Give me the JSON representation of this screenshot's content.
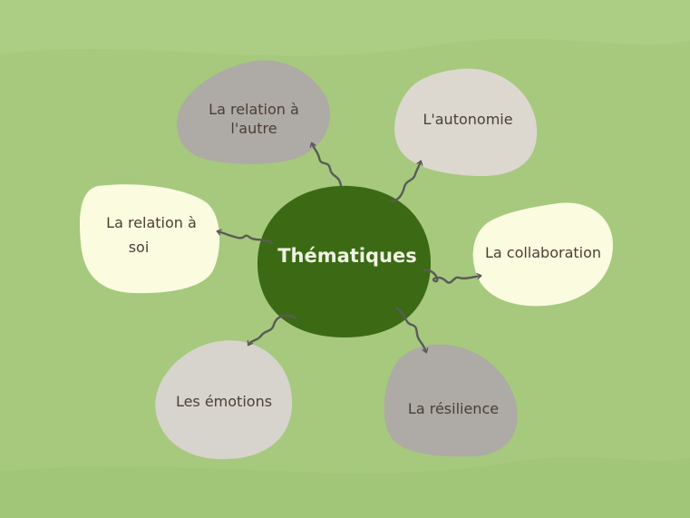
{
  "diagram": {
    "center": {
      "label": "Thématiques"
    },
    "nodes": [
      {
        "id": "relation-autre",
        "lines": [
          "La relation à",
          "l'autre"
        ],
        "color": "#aeaaa5"
      },
      {
        "id": "autonomie",
        "lines": [
          "L'autonomie"
        ],
        "color": "#dcd8d0"
      },
      {
        "id": "relation-soi",
        "lines": [
          "La relation à",
          "soi"
        ],
        "color": "#fbfbe0"
      },
      {
        "id": "collaboration",
        "lines": [
          "La collaboration"
        ],
        "color": "#fbfbe0"
      },
      {
        "id": "emotions",
        "lines": [
          "Les émotions"
        ],
        "color": "#d7d4cd"
      },
      {
        "id": "resilience",
        "lines": [
          "La résilience"
        ],
        "color": "#aeaaa5"
      }
    ],
    "colors": {
      "background": "#a6c97d",
      "center": "#3c6a14",
      "arrow": "#5a5a58"
    }
  }
}
